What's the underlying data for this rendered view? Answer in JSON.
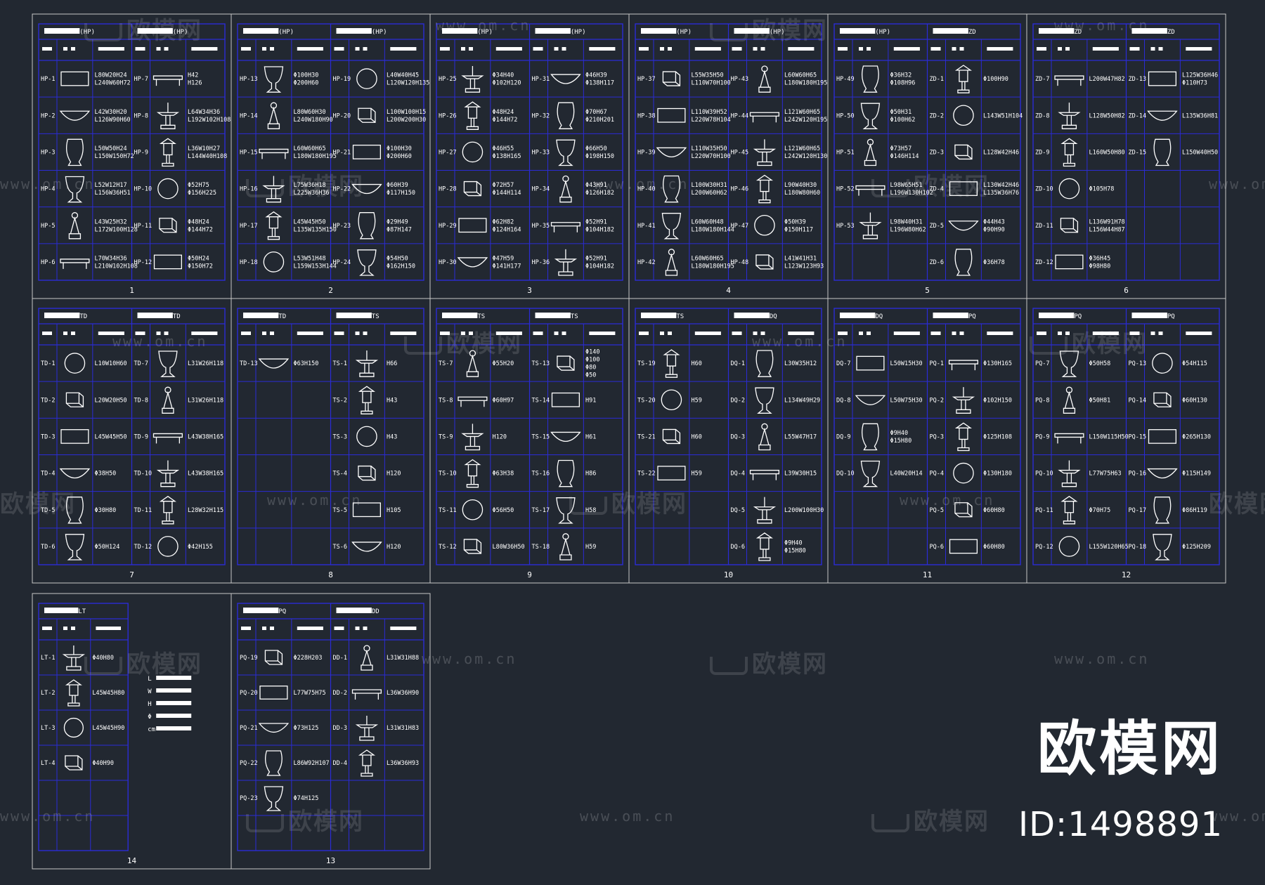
{
  "watermark": {
    "brand": "欧模网",
    "url": "www.om.cn",
    "id_label": "ID:1498891"
  },
  "colors": {
    "background": "#222831",
    "frame": "#c8c8c8",
    "grid": "#2b2bd6",
    "line": "#ffffff"
  },
  "sheets": [
    {
      "num": "1",
      "rows": 6,
      "h1": "(HP)",
      "h2": "(HP)",
      "left": [
        [
          "HP-1",
          "L80W20H24\nL240W60H72"
        ],
        [
          "HP-2",
          "L42W30H20\nL126W90H60"
        ],
        [
          "HP-3",
          "L50W50H24\nL150W150H72"
        ],
        [
          "HP-4",
          "L52W12H17\nL156W36H51"
        ],
        [
          "HP-5",
          "L43W25H32\nL172W100H128"
        ],
        [
          "HP-6",
          "L70W34H36\nL210W102H108"
        ]
      ],
      "right": [
        [
          "HP-7",
          "H42\nH126"
        ],
        [
          "HP-8",
          "L64W34H36\nL192W102H108"
        ],
        [
          "HP-9",
          "L36W10H27\nL144W40H108"
        ],
        [
          "HP-10",
          "Φ52H75\nΦ156H225"
        ],
        [
          "HP-11",
          "Φ48H24\nΦ144H72"
        ],
        [
          "HP-12",
          "Φ50H24\nΦ150H72"
        ]
      ]
    },
    {
      "num": "2",
      "rows": 6,
      "h1": "(HP)",
      "h2": "(HP)",
      "left": [
        [
          "HP-13",
          "Φ100H30\nΦ200H60"
        ],
        [
          "HP-14",
          "L80W60H30\nL240W180H90"
        ],
        [
          "HP-15",
          "L60W60H65\nL180W180H195"
        ],
        [
          "HP-16",
          "L75W36H18\nL225W36H36"
        ],
        [
          "HP-17",
          "L45W45H50\nL135W135H150"
        ],
        [
          "HP-18",
          "L53W51H48\nL159W153H144"
        ]
      ],
      "right": [
        [
          "HP-19",
          "L40W40H45\nL120W120H135"
        ],
        [
          "HP-20",
          "L100W100H15\nL200W200H30"
        ],
        [
          "HP-21",
          "Φ100H30\nΦ200H60"
        ],
        [
          "HP-22",
          "Φ60H39\nΦ117H150"
        ],
        [
          "HP-23",
          "Φ29H49\nΦ87H147"
        ],
        [
          "HP-24",
          "Φ54H50\nΦ162H150"
        ]
      ]
    },
    {
      "num": "3",
      "rows": 6,
      "h1": "(HP)",
      "h2": "(HP)",
      "left": [
        [
          "HP-25",
          "Φ34H40\nΦ102H120"
        ],
        [
          "HP-26",
          "Φ48H24\nΦ144H72"
        ],
        [
          "HP-27",
          "Φ46H55\nΦ138H165"
        ],
        [
          "HP-28",
          "Φ72H57\nΦ144H114"
        ],
        [
          "HP-29",
          "Φ62H82\nΦ124H164"
        ],
        [
          "HP-30",
          "Φ47H59\nΦ141H177"
        ]
      ],
      "right": [
        [
          "HP-31",
          "Φ46H39\nΦ138H117"
        ],
        [
          "HP-32",
          "Φ70H67\nΦ210H201"
        ],
        [
          "HP-33",
          "Φ66H50\nΦ198H150"
        ],
        [
          "HP-34",
          "Φ43H91\nΦ126H182"
        ],
        [
          "HP-35",
          "Φ52H91\nΦ104H182"
        ],
        [
          "HP-36",
          "Φ52H91\nΦ104H182"
        ]
      ]
    },
    {
      "num": "4",
      "rows": 6,
      "h1": "(HP)",
      "h2": "(HP)",
      "left": [
        [
          "HP-37",
          "L55W35H50\nL110W70H100"
        ],
        [
          "HP-38",
          "L110W39H52\nL220W78H104"
        ],
        [
          "HP-39",
          "L110W35H50\nL220W70H100"
        ],
        [
          "HP-40",
          "L100W30H31\nL200W60H62"
        ],
        [
          "HP-41",
          "L60W60H48\nL180W180H144"
        ],
        [
          "HP-42",
          "L60W60H65\nL180W180H195"
        ]
      ],
      "right": [
        [
          "HP-43",
          "L60W60H65\nL180W180H195"
        ],
        [
          "HP-44",
          "L121W60H65\nL242W120H195"
        ],
        [
          "HP-45",
          "L121W60H65\nL242W120H130"
        ],
        [
          "HP-46",
          "L90W40H30\nL180W80H60"
        ],
        [
          "HP-47",
          "Φ50H39\nΦ150H117"
        ],
        [
          "HP-48",
          "L41W41H31\nL123W123H93"
        ]
      ]
    },
    {
      "num": "5",
      "rows": 6,
      "h1": "(HP)",
      "h2": "ZD",
      "left": [
        [
          "HP-49",
          "Φ36H32\nΦ108H96"
        ],
        [
          "HP-50",
          "Φ50H31\nΦ100H62"
        ],
        [
          "HP-51",
          "Φ73H57\nΦ146H114"
        ],
        [
          "HP-52",
          "L98W65H51\nL196W130H102"
        ],
        [
          "HP-53",
          "L98W40H31\nL196W80H62"
        ],
        [
          "",
          ""
        ]
      ],
      "right": [
        [
          "ZD-1",
          "Φ100H90"
        ],
        [
          "ZD-2",
          "L143W51H104"
        ],
        [
          "ZD-3",
          "L128W42H46"
        ],
        [
          "ZD-4",
          "L130W42H46\nL135W36H76"
        ],
        [
          "ZD-5",
          "Φ44H43\nΦ90H90"
        ],
        [
          "ZD-6",
          "Φ36H78"
        ]
      ]
    },
    {
      "num": "6",
      "rows": 6,
      "h1": "ZD",
      "h2": "ZD",
      "left": [
        [
          "ZD-7",
          "L200W47H82"
        ],
        [
          "ZD-8",
          "L128W50H82"
        ],
        [
          "ZD-9",
          "L160W50H80"
        ],
        [
          "ZD-10",
          "Φ105H78"
        ],
        [
          "ZD-11",
          "L136W91H78\nL156W44H87"
        ],
        [
          "ZD-12",
          "Φ36H45\nΦ98H80"
        ]
      ],
      "right": [
        [
          "ZD-13",
          "L125W36H46\nΦ110H73"
        ],
        [
          "ZD-14",
          "L135W36H81"
        ],
        [
          "ZD-15",
          "L150W40H50"
        ],
        [
          "",
          ""
        ],
        [
          "",
          ""
        ],
        [
          "",
          ""
        ]
      ]
    },
    {
      "num": "7",
      "rows": 6,
      "h1": "TD",
      "h2": "TD",
      "left": [
        [
          "TD-1",
          "L10W10H60"
        ],
        [
          "TD-2",
          "L20W20H50"
        ],
        [
          "TD-3",
          "L45W45H50"
        ],
        [
          "TD-4",
          "Φ38H50"
        ],
        [
          "TD-5",
          "Φ30H80"
        ],
        [
          "TD-6",
          "Φ50H124"
        ]
      ],
      "right": [
        [
          "TD-7",
          "L31W26H118"
        ],
        [
          "TD-8",
          "L31W26H118"
        ],
        [
          "TD-9",
          "L43W38H165"
        ],
        [
          "TD-10",
          "L43W38H165"
        ],
        [
          "TD-11",
          "L28W32H115"
        ],
        [
          "TD-12",
          "Φ42H155"
        ]
      ]
    },
    {
      "num": "8",
      "rows": 6,
      "h1": "TD",
      "h2": "TS",
      "left": [
        [
          "TD-13",
          "Φ63H150"
        ],
        [
          "",
          ""
        ],
        [
          "",
          ""
        ],
        [
          "",
          ""
        ],
        [
          "",
          ""
        ],
        [
          "",
          ""
        ]
      ],
      "right": [
        [
          "TS-1",
          "H66"
        ],
        [
          "TS-2",
          "H43"
        ],
        [
          "TS-3",
          "H43"
        ],
        [
          "TS-4",
          "H120"
        ],
        [
          "TS-5",
          "H105"
        ],
        [
          "TS-6",
          "H120"
        ]
      ]
    },
    {
      "num": "9",
      "rows": 6,
      "h1": "TS",
      "h2": "TS",
      "left": [
        [
          "TS-7",
          "Φ55H20"
        ],
        [
          "TS-8",
          "Φ60H97"
        ],
        [
          "TS-9",
          "H120"
        ],
        [
          "TS-10",
          "Φ63H38"
        ],
        [
          "TS-11",
          "Φ56H50"
        ],
        [
          "TS-12",
          "L80W36H50"
        ]
      ],
      "right": [
        [
          "TS-13",
          "Φ140\nΦ100\nΦ80\nΦ50"
        ],
        [
          "TS-14",
          "H91"
        ],
        [
          "TS-15",
          "H61"
        ],
        [
          "TS-16",
          "H86"
        ],
        [
          "TS-17",
          "H58"
        ],
        [
          "TS-18",
          "H59"
        ]
      ]
    },
    {
      "num": "10",
      "rows": 6,
      "h1": "TS",
      "h2": "DQ",
      "left": [
        [
          "TS-19",
          "H60"
        ],
        [
          "TS-20",
          "H59"
        ],
        [
          "TS-21",
          "H60"
        ],
        [
          "TS-22",
          "H59"
        ],
        [
          "",
          ""
        ],
        [
          "",
          ""
        ]
      ],
      "right": [
        [
          "DQ-1",
          "L30W35H12"
        ],
        [
          "DQ-2",
          "L134W49H29"
        ],
        [
          "DQ-3",
          "L55W47H17"
        ],
        [
          "DQ-4",
          "L39W30H15"
        ],
        [
          "DQ-5",
          "L200W100H30"
        ],
        [
          "DQ-6",
          "Φ9H40\nΦ15H80"
        ]
      ]
    },
    {
      "num": "11",
      "rows": 6,
      "h1": "DQ",
      "h2": "PQ",
      "left": [
        [
          "DQ-7",
          "L50W15H30"
        ],
        [
          "DQ-8",
          "L50W75H30"
        ],
        [
          "DQ-9",
          "Φ9H40\nΦ15H80"
        ],
        [
          "DQ-10",
          "L40W20H14"
        ],
        [
          "",
          ""
        ],
        [
          "",
          ""
        ]
      ],
      "right": [
        [
          "PQ-1",
          "Φ130H165"
        ],
        [
          "PQ-2",
          "Φ102H150"
        ],
        [
          "PQ-3",
          "Φ125H108"
        ],
        [
          "PQ-4",
          "Φ130H180"
        ],
        [
          "PQ-5",
          "Φ60H80"
        ],
        [
          "PQ-6",
          "Φ60H80"
        ]
      ]
    },
    {
      "num": "12",
      "rows": 6,
      "h1": "PQ",
      "h2": "PQ",
      "left": [
        [
          "PQ-7",
          "Φ50H58"
        ],
        [
          "PQ-8",
          "Φ50H81"
        ],
        [
          "PQ-9",
          "L150W115H50"
        ],
        [
          "PQ-10",
          "L77W75H63"
        ],
        [
          "PQ-11",
          "Φ70H75"
        ],
        [
          "PQ-12",
          "L155W120H65"
        ]
      ],
      "right": [
        [
          "PQ-13",
          "Φ54H115"
        ],
        [
          "PQ-14",
          "Φ60H130"
        ],
        [
          "PQ-15",
          "Φ265H130"
        ],
        [
          "PQ-16",
          "Φ115H149"
        ],
        [
          "PQ-17",
          "Φ86H119"
        ],
        [
          "PQ-18",
          "Φ125H209"
        ]
      ]
    },
    {
      "num": "14",
      "rows": 6,
      "h1": "LT",
      "h2": "",
      "left": [
        [
          "LT-1",
          "Φ40H80"
        ],
        [
          "LT-2",
          "L45W45H80"
        ],
        [
          "LT-3",
          "L45W45H90"
        ],
        [
          "LT-4",
          "Φ40H90"
        ],
        [
          "",
          ""
        ],
        [
          "",
          ""
        ]
      ],
      "right": [],
      "legend": [
        "L",
        "W",
        "H",
        "Φ",
        "cm"
      ]
    },
    {
      "num": "13",
      "rows": 6,
      "h1": "PQ",
      "h2": "DD",
      "left": [
        [
          "PQ-19",
          "Φ228H203"
        ],
        [
          "PQ-20",
          "L77W75H75"
        ],
        [
          "PQ-21",
          "Φ73H125"
        ],
        [
          "PQ-22",
          "L86W92H107"
        ],
        [
          "PQ-23",
          "Φ74H125"
        ],
        [
          "",
          ""
        ]
      ],
      "right": [
        [
          "DD-1",
          "L31W31H88"
        ],
        [
          "DD-2",
          "L36W36H90"
        ],
        [
          "DD-3",
          "L31W31H83"
        ],
        [
          "DD-4",
          "L36W36H93"
        ],
        [
          "",
          ""
        ],
        [
          "",
          ""
        ]
      ]
    }
  ]
}
